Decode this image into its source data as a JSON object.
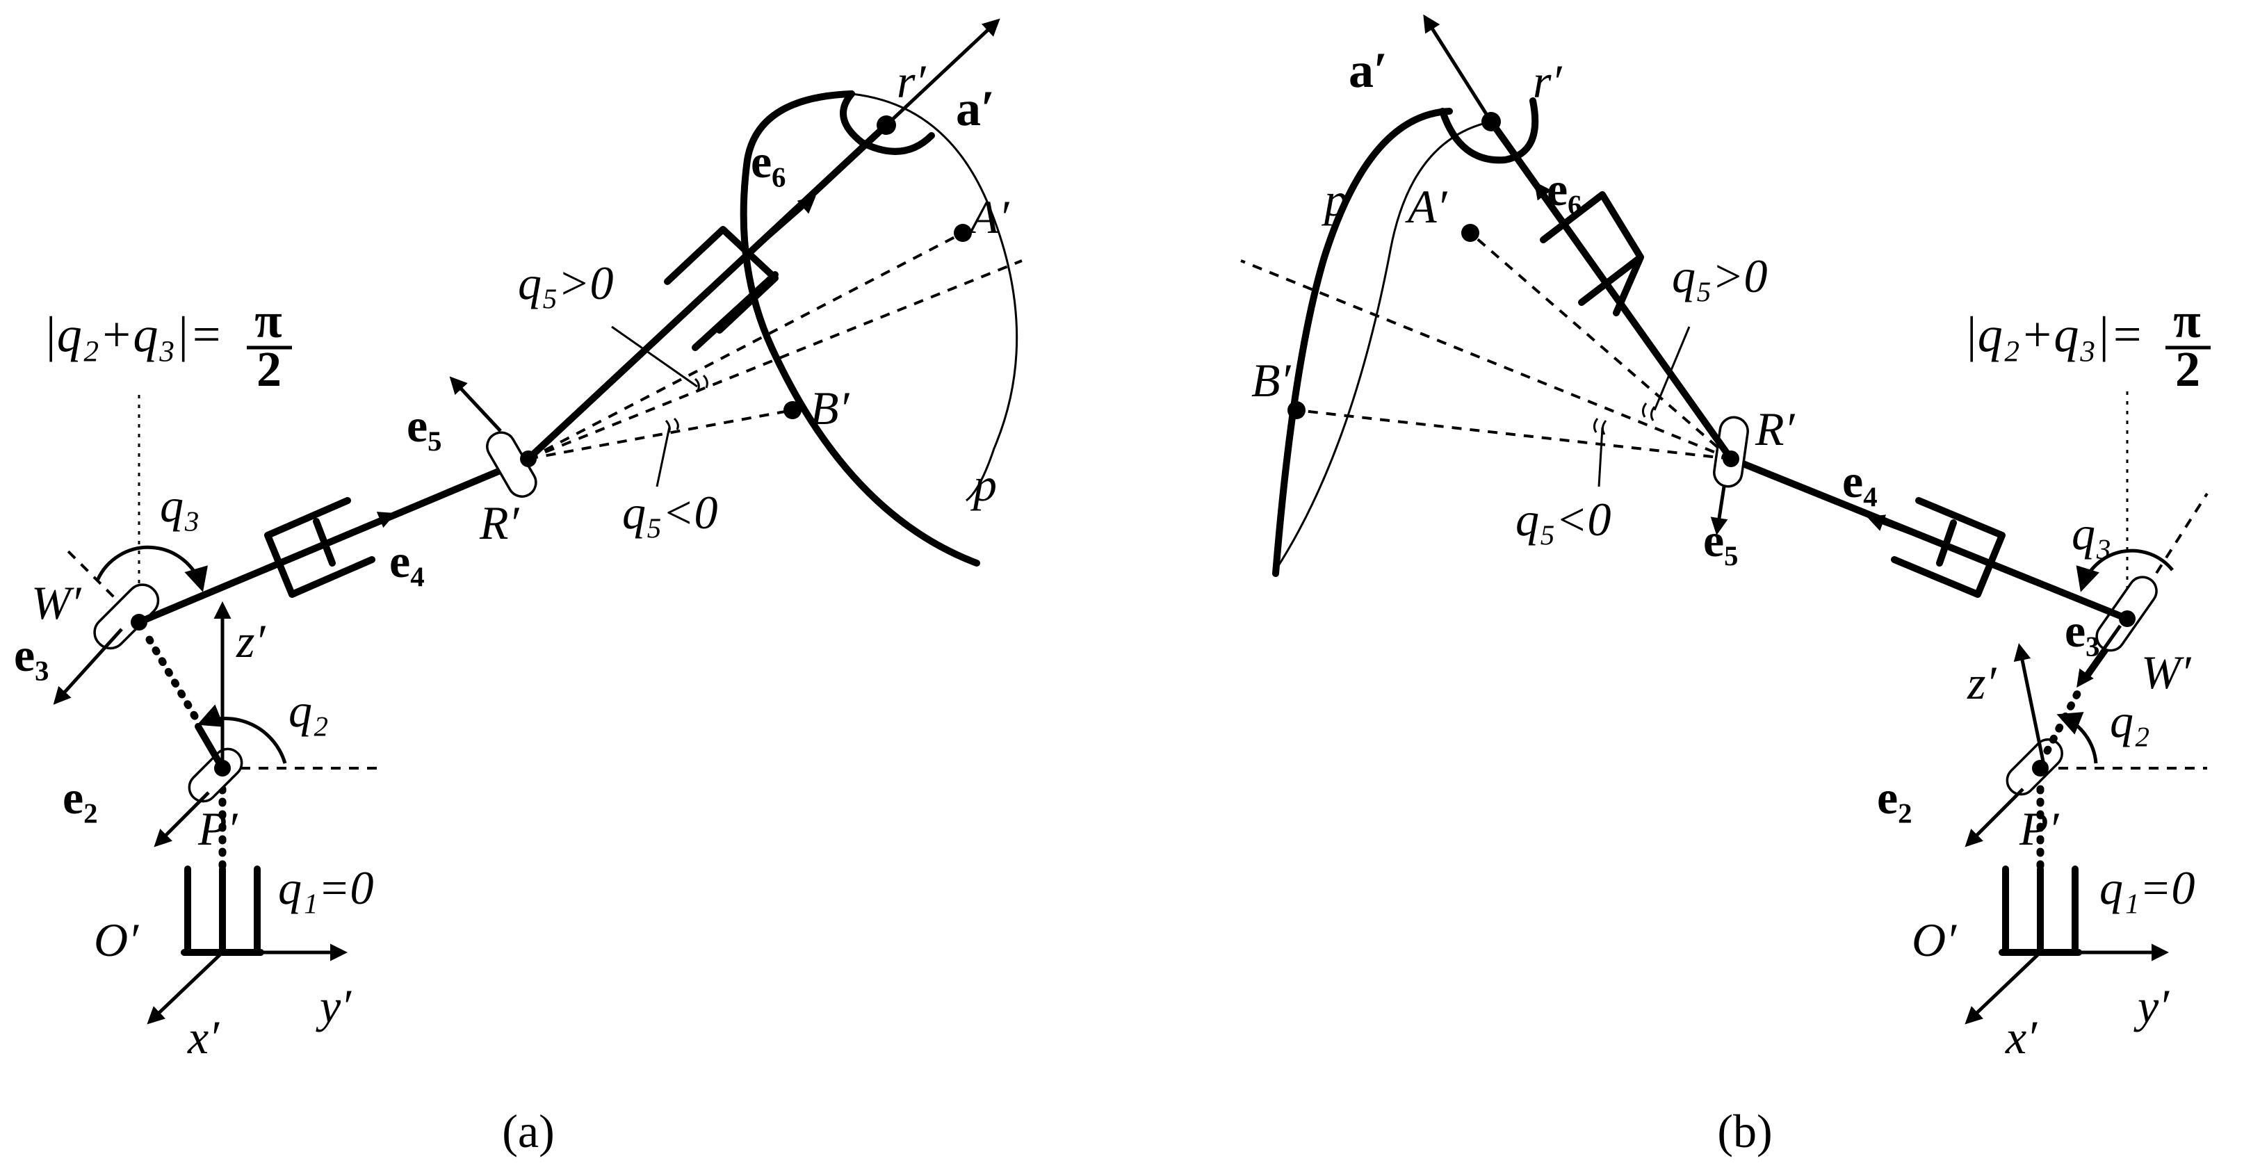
{
  "labels": {
    "constraint": "|q₂+q₃|=",
    "pi_over_2_num": "π",
    "pi_over_2_den": "2",
    "q1_zero": "q₁=0",
    "q2": "q₂",
    "q3": "q₃",
    "q5_pos": "q₅>0",
    "q5_neg": "q₅<0",
    "O": "O′",
    "P": "P′",
    "W": "W′",
    "R": "R′",
    "r": "r′",
    "A": "A′",
    "B": "B′",
    "p": "p",
    "a": "a′",
    "x": "x′",
    "y": "y′",
    "z": "z′",
    "e2": "e₂",
    "e3": "e₃",
    "e4": "e₄",
    "e5": "e₅",
    "e6": "e₆"
  },
  "captions": {
    "left": "(a)",
    "right": "(b)"
  }
}
